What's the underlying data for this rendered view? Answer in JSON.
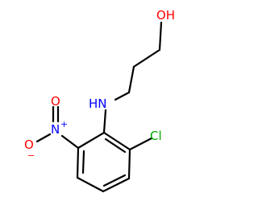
{
  "molecule": {
    "atoms": {
      "hydroxyl": {
        "text": "OH",
        "color": "#ff0000"
      },
      "amine": {
        "text": "HN",
        "color": "#0000ff"
      },
      "nitro_nitrogen": {
        "text": "N",
        "color": "#0000ff",
        "charge": "+"
      },
      "nitro_oxygen_double": {
        "text": "O",
        "color": "#ff0000"
      },
      "nitro_oxygen_single": {
        "text": "O",
        "color": "#ff0000",
        "charge": "−"
      },
      "chlorine": {
        "text": "Cl",
        "color": "#00aa00"
      }
    },
    "bond_color": "#000000"
  }
}
